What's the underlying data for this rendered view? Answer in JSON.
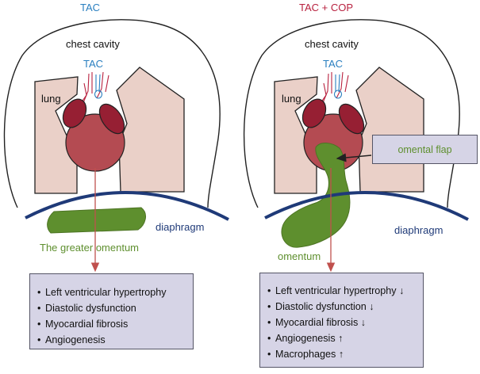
{
  "left_panel": {
    "title": "TAC",
    "chest_cavity": "chest cavity",
    "tac_label": "TAC",
    "lung_label": "lung",
    "diaphragm_label": "diaphragm",
    "omentum_label": "The greater omentum",
    "effects": [
      "Left ventricular hypertrophy",
      "Diastolic dysfunction",
      "Myocardial fibrosis",
      "Angiogenesis"
    ]
  },
  "right_panel": {
    "title": "TAC + COP",
    "chest_cavity": "chest cavity",
    "tac_label": "TAC",
    "lung_label": "lung",
    "diaphragm_label": "diaphragm",
    "omentum_label": "omentum",
    "flap_label": "omental flap",
    "effects": [
      {
        "text": "Left ventricular hypertrophy",
        "arrow": "↓"
      },
      {
        "text": "Diastolic dysfunction",
        "arrow": "↓"
      },
      {
        "text": "Myocardial fibrosis",
        "arrow": "↓"
      },
      {
        "text": "Angiogenesis",
        "arrow": "↑"
      },
      {
        "text": "Macrophages",
        "arrow": "↑"
      }
    ]
  },
  "colors": {
    "title_left": "#2a7fc0",
    "title_right": "#b8213f",
    "tac_label": "#2a7fc0",
    "diaphragm": "#1f3a78",
    "omentum": "#5e8f2e",
    "omentum_text": "#5e8f2e",
    "lung_fill": "#ead0c8",
    "heart_fill": "#b44b52",
    "atria_fill": "#961f33",
    "arrow": "#c0504d",
    "box_fill": "#d6d4e6"
  }
}
